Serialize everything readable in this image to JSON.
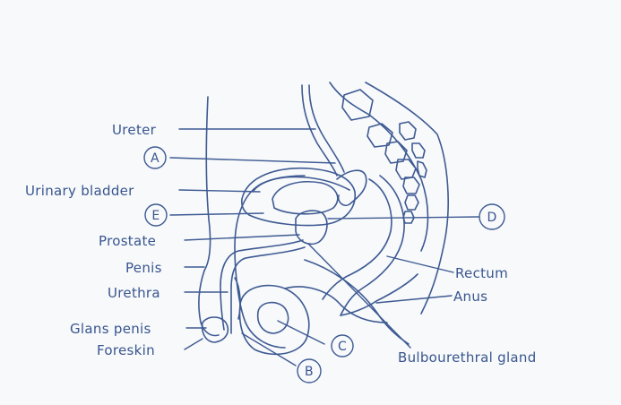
{
  "labels": {
    "ureter": "Ureter",
    "a": "A",
    "urinary_bladder": "Urinary bladder",
    "e": "E",
    "prostate": "Prostate",
    "penis": "Penis",
    "urethra": "Urethra",
    "glans_penis": "Glans penis",
    "foreskin": "Foreskin",
    "d": "D",
    "rectum": "Rectum",
    "anus": "Anus",
    "c": "C",
    "b": "B",
    "bulbourethral_gland": "Bulbourethral gland"
  },
  "colors": {
    "ink": "#3e5a93",
    "paper": "#f7f9fa"
  }
}
